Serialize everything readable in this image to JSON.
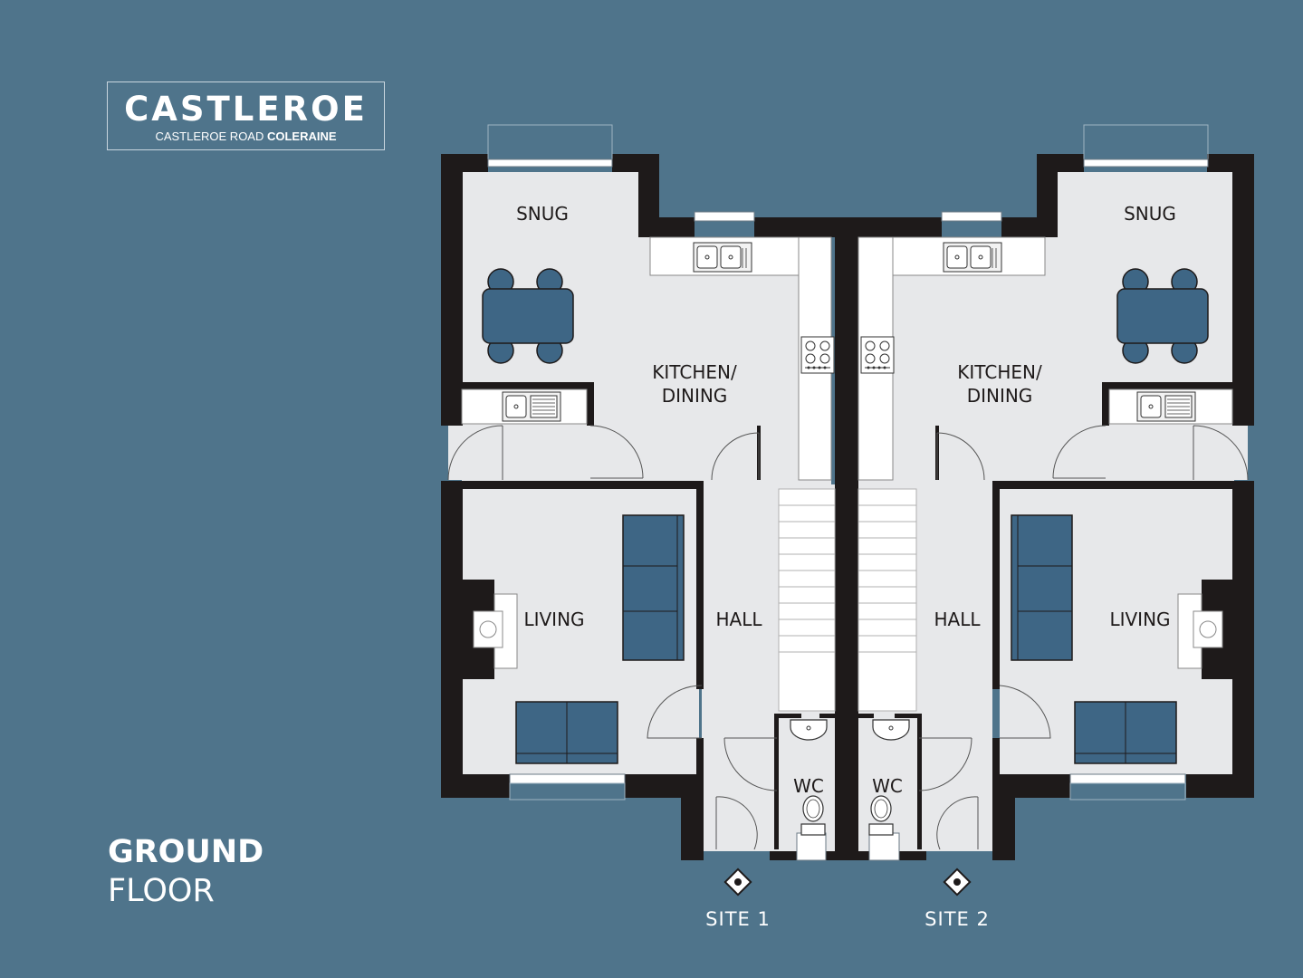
{
  "brand": {
    "name": "CASTLEROE",
    "sub_light": "CASTLEROE ROAD ",
    "sub_bold": "COLERAINE"
  },
  "floor_title": {
    "line1": "GROUND",
    "line2": "FLOOR"
  },
  "rooms": {
    "left": {
      "snug": "SNUG",
      "kitchen_line1": "KITCHEN/",
      "kitchen_line2": "DINING",
      "living": "LIVING",
      "hall": "HALL",
      "wc": "WC"
    },
    "right": {
      "snug": "SNUG",
      "kitchen_line1": "KITCHEN/",
      "kitchen_line2": "DINING",
      "living": "LIVING",
      "hall": "HALL",
      "wc": "WC"
    }
  },
  "sites": [
    "SITE 1",
    "SITE 2"
  ],
  "colors": {
    "background": "#4f748b",
    "floor": "#e7e8ea",
    "wall": "#1e1a1a",
    "furniture": "#3e6685",
    "text": "#1e1a1a"
  },
  "icons": [
    "entrance-marker-icon",
    "sink-icon",
    "hob-icon",
    "toilet-icon",
    "basin-icon",
    "fireplace-icon",
    "door-icon"
  ]
}
